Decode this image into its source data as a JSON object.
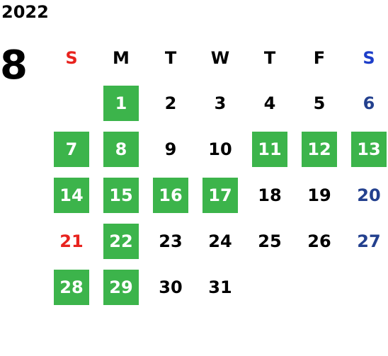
{
  "calendar": {
    "year": "2022",
    "month": "8",
    "highlight_color": "#3cb44b",
    "colors": {
      "default": "#000000",
      "sunday_header": "#e8231e",
      "saturday_header": "#1d3ec9",
      "sunday_day": "#e8231e",
      "saturday_day": "#23408e",
      "highlight_text": "#ffffff"
    },
    "weekdays": [
      {
        "label": "S",
        "kind": "sunday"
      },
      {
        "label": "M",
        "kind": "weekday"
      },
      {
        "label": "T",
        "kind": "weekday"
      },
      {
        "label": "W",
        "kind": "weekday"
      },
      {
        "label": "T",
        "kind": "weekday"
      },
      {
        "label": "F",
        "kind": "weekday"
      },
      {
        "label": "S",
        "kind": "saturday"
      }
    ],
    "weeks": [
      [
        null,
        {
          "d": "1",
          "h": true
        },
        {
          "d": "2"
        },
        {
          "d": "3"
        },
        {
          "d": "4"
        },
        {
          "d": "5"
        },
        {
          "d": "6"
        }
      ],
      [
        {
          "d": "7",
          "h": true
        },
        {
          "d": "8",
          "h": true
        },
        {
          "d": "9"
        },
        {
          "d": "10"
        },
        {
          "d": "11",
          "h": true
        },
        {
          "d": "12",
          "h": true
        },
        {
          "d": "13",
          "h": true
        }
      ],
      [
        {
          "d": "14",
          "h": true
        },
        {
          "d": "15",
          "h": true
        },
        {
          "d": "16",
          "h": true
        },
        {
          "d": "17",
          "h": true
        },
        {
          "d": "18"
        },
        {
          "d": "19"
        },
        {
          "d": "20"
        }
      ],
      [
        {
          "d": "21"
        },
        {
          "d": "22",
          "h": true
        },
        {
          "d": "23"
        },
        {
          "d": "24"
        },
        {
          "d": "25"
        },
        {
          "d": "26"
        },
        {
          "d": "27"
        }
      ],
      [
        {
          "d": "28",
          "h": true
        },
        {
          "d": "29",
          "h": true
        },
        {
          "d": "30"
        },
        {
          "d": "31"
        },
        null,
        null,
        null
      ]
    ]
  }
}
